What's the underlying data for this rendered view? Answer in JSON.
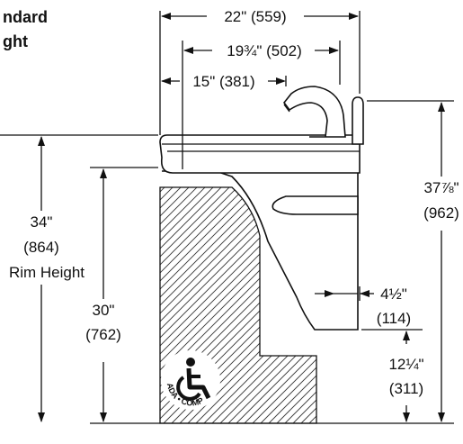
{
  "heading": {
    "line1": "ndard",
    "line2": "ght"
  },
  "dimensions": {
    "overall_width": "22\" (559)",
    "basin_width": "19¾\" (502)",
    "faucet_reach": "15\" (381)",
    "rim_height_in": "34\"",
    "rim_height_mm": "(864)",
    "rim_height_caption": "Rim Height",
    "knee_height_in": "30\"",
    "knee_height_mm": "(762)",
    "overall_height_in": "37⅞\"",
    "overall_height_mm": "(962)",
    "bowl_depth_in": "4½\"",
    "bowl_depth_mm": "(114)",
    "clearance_in": "12¼\"",
    "clearance_mm": "(311)"
  },
  "ada_badge": {
    "text": "ADA • COMPLIANT",
    "icon": "wheelchair-icon"
  }
}
